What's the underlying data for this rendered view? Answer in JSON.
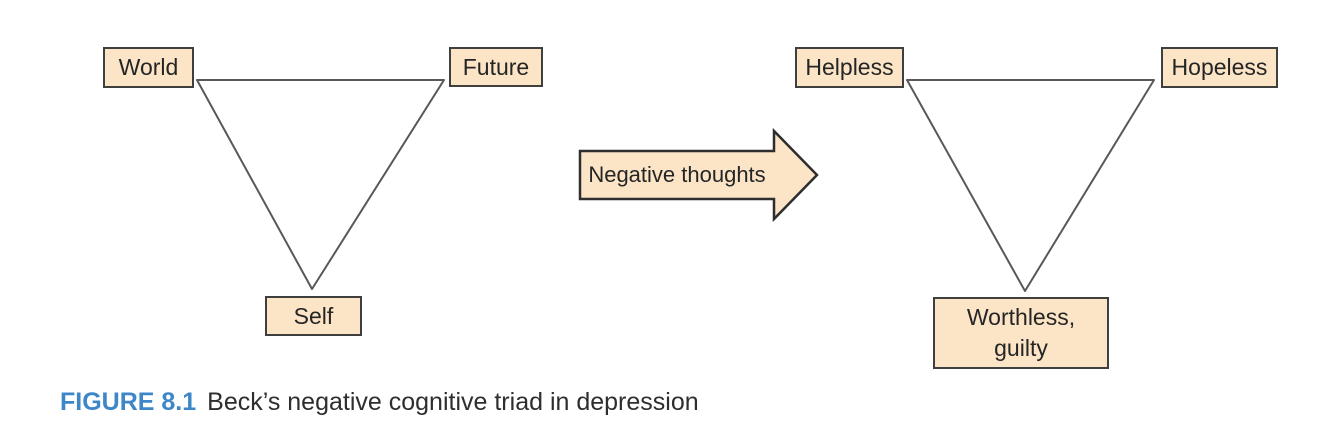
{
  "figure": {
    "left_triad": {
      "top_left": "World",
      "top_right": "Future",
      "bottom": "Self"
    },
    "arrow_label": "Negative thoughts",
    "right_triad": {
      "top_left": "Helpless",
      "top_right": "Hopeless",
      "bottom": "Worthless,\nguilty"
    },
    "caption": {
      "number": "FIGURE 8.1",
      "text": "Beck’s negative cognitive triad in depression"
    }
  },
  "colors": {
    "box_fill": "#fbe5c6",
    "box_border": "#3f3f3f",
    "triangle_line": "#58585a",
    "arrow_fill": "#fbe5c6",
    "arrow_border": "#2e2e2e",
    "caption_accent": "#3d87c8",
    "text": "#252525"
  }
}
